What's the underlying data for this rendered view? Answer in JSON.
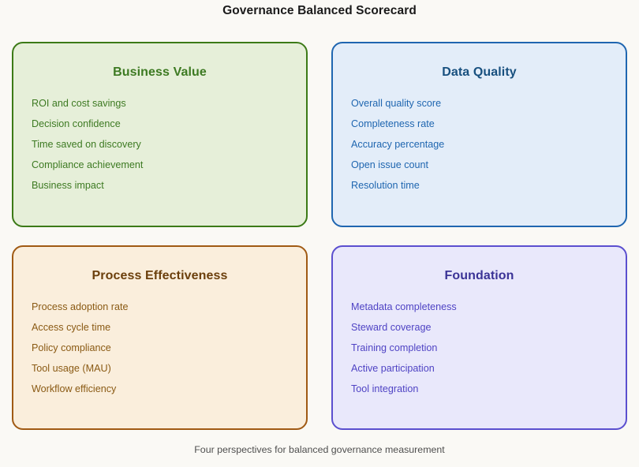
{
  "page": {
    "title": "Governance Balanced Scorecard",
    "footer_caption": "Four perspectives for balanced governance measurement",
    "background_color": "#faf9f5",
    "title_color": "#1a1a1a",
    "footer_color": "#4f4f4f"
  },
  "quadrants": [
    {
      "heading": "Business Value",
      "border_color": "#3c7a17",
      "background_color": "#e6efd9",
      "text_color": "#3d7a22",
      "items": [
        "ROI and cost savings",
        "Decision confidence",
        "Time saved on discovery",
        "Compliance achievement",
        "Business impact"
      ]
    },
    {
      "heading": "Data Quality",
      "border_color": "#1f66b0",
      "background_color": "#e3edf9",
      "text_color": "#1f66b0",
      "items": [
        "Overall quality score",
        "Completeness rate",
        "Accuracy percentage",
        "Open issue count",
        "Resolution time"
      ]
    },
    {
      "heading": "Process Effectiveness",
      "border_color": "#a05a14",
      "background_color": "#faeedc",
      "text_color": "#8a5a14",
      "items": [
        "Process adoption rate",
        "Access cycle time",
        "Policy compliance",
        "Tool usage (MAU)",
        "Workflow efficiency"
      ]
    },
    {
      "heading": "Foundation",
      "border_color": "#5b4fcf",
      "background_color": "#e9e8fb",
      "text_color": "#4f43c4",
      "items": [
        "Metadata completeness",
        "Steward coverage",
        "Training completion",
        "Active participation",
        "Tool integration"
      ]
    }
  ]
}
